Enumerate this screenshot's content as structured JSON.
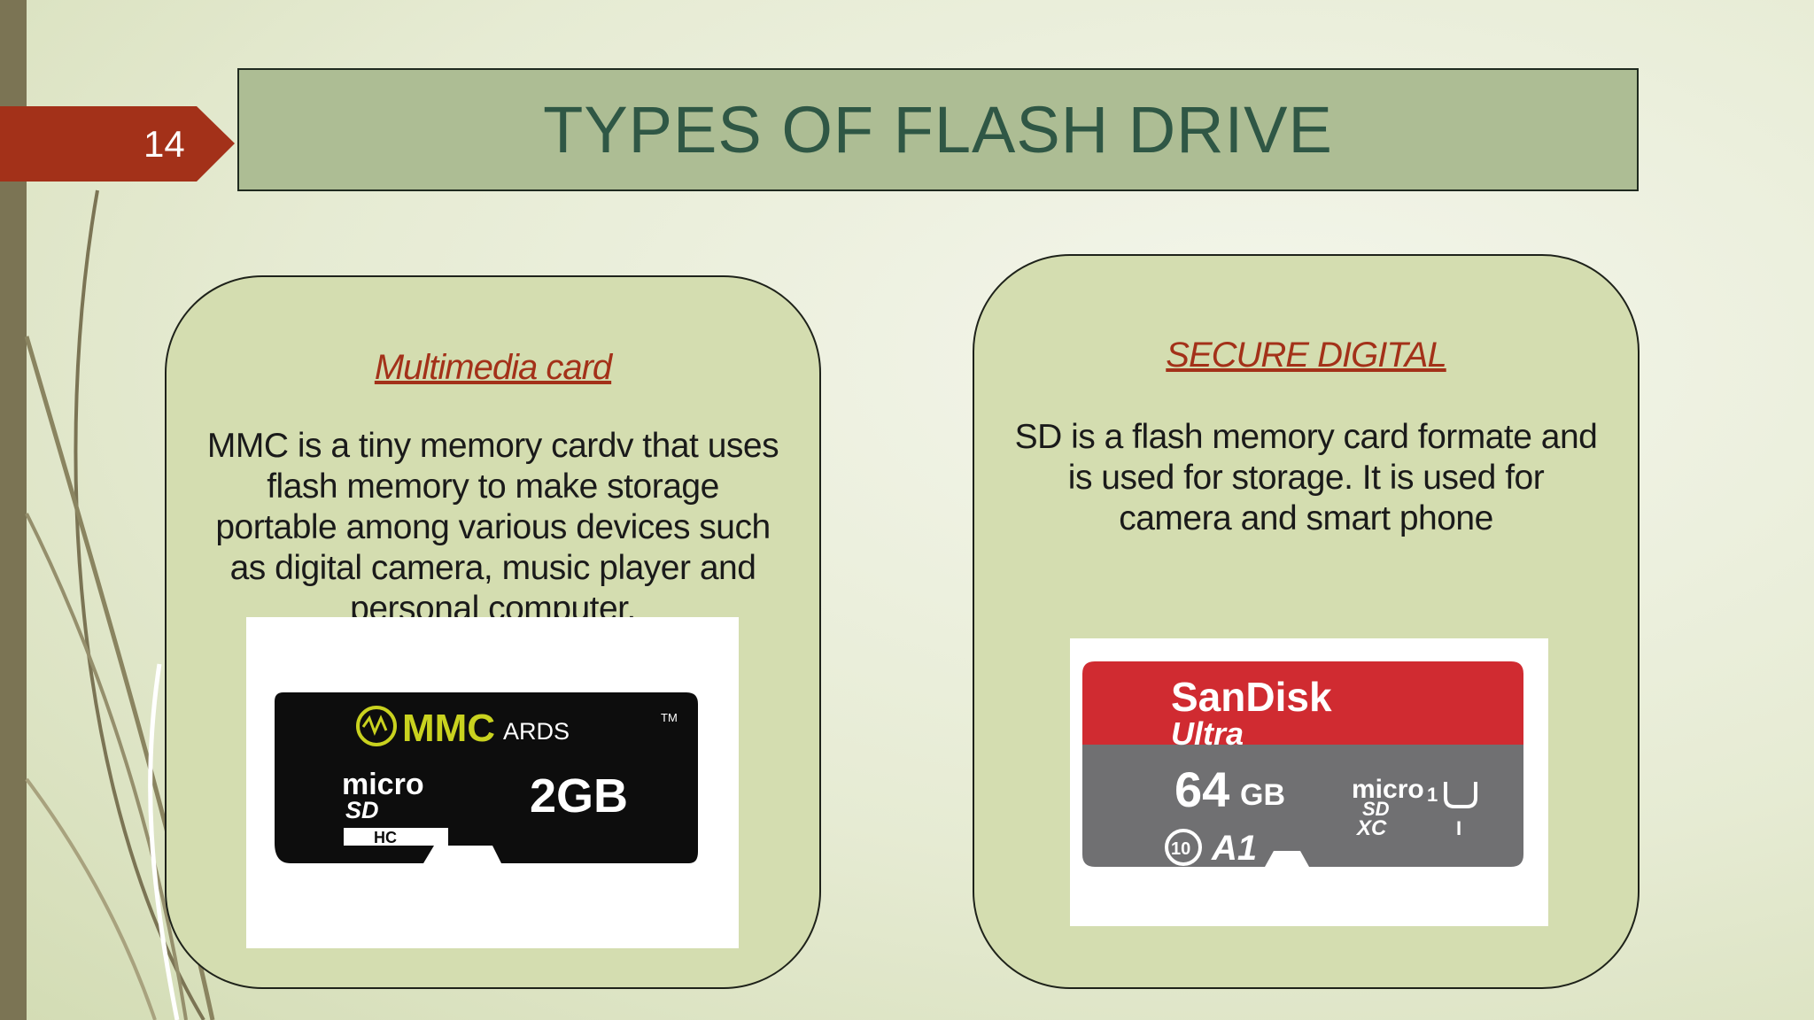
{
  "slide": {
    "number": "14",
    "title": "TYPES OF FLASH DRIVE"
  },
  "cards": [
    {
      "heading": "Multimedia card",
      "body": "MMC is a tiny memory cardv that uses flash memory to make storage portable among various devices such as digital camera, music player and personal computer.",
      "image": {
        "brand": "MMC",
        "brand_suffix": "ARDS",
        "trademark": "TM",
        "micro": "micro",
        "sd": "SD",
        "hc": "HC",
        "capacity": "2GB"
      }
    },
    {
      "heading": "SECURE DIGITAL",
      "body": "SD is a flash memory card formate and is used for storage. It is used for camera and smart phone",
      "image": {
        "brand": "SanDisk",
        "line": "Ultra",
        "capacity_value": "64",
        "capacity_unit": "GB",
        "micro": "micro",
        "sd": "SD",
        "xc": "XC",
        "uhs": "1",
        "uhs_class": "I",
        "speed_class": "10",
        "app_class": "A1"
      }
    }
  ],
  "colors": {
    "accent": "#a33119",
    "title_fill": "#adbd94",
    "title_text": "#2f5745",
    "card_fill": "#d4ddb0",
    "sandisk_red": "#d02b31",
    "sandisk_gray": "#707072"
  }
}
